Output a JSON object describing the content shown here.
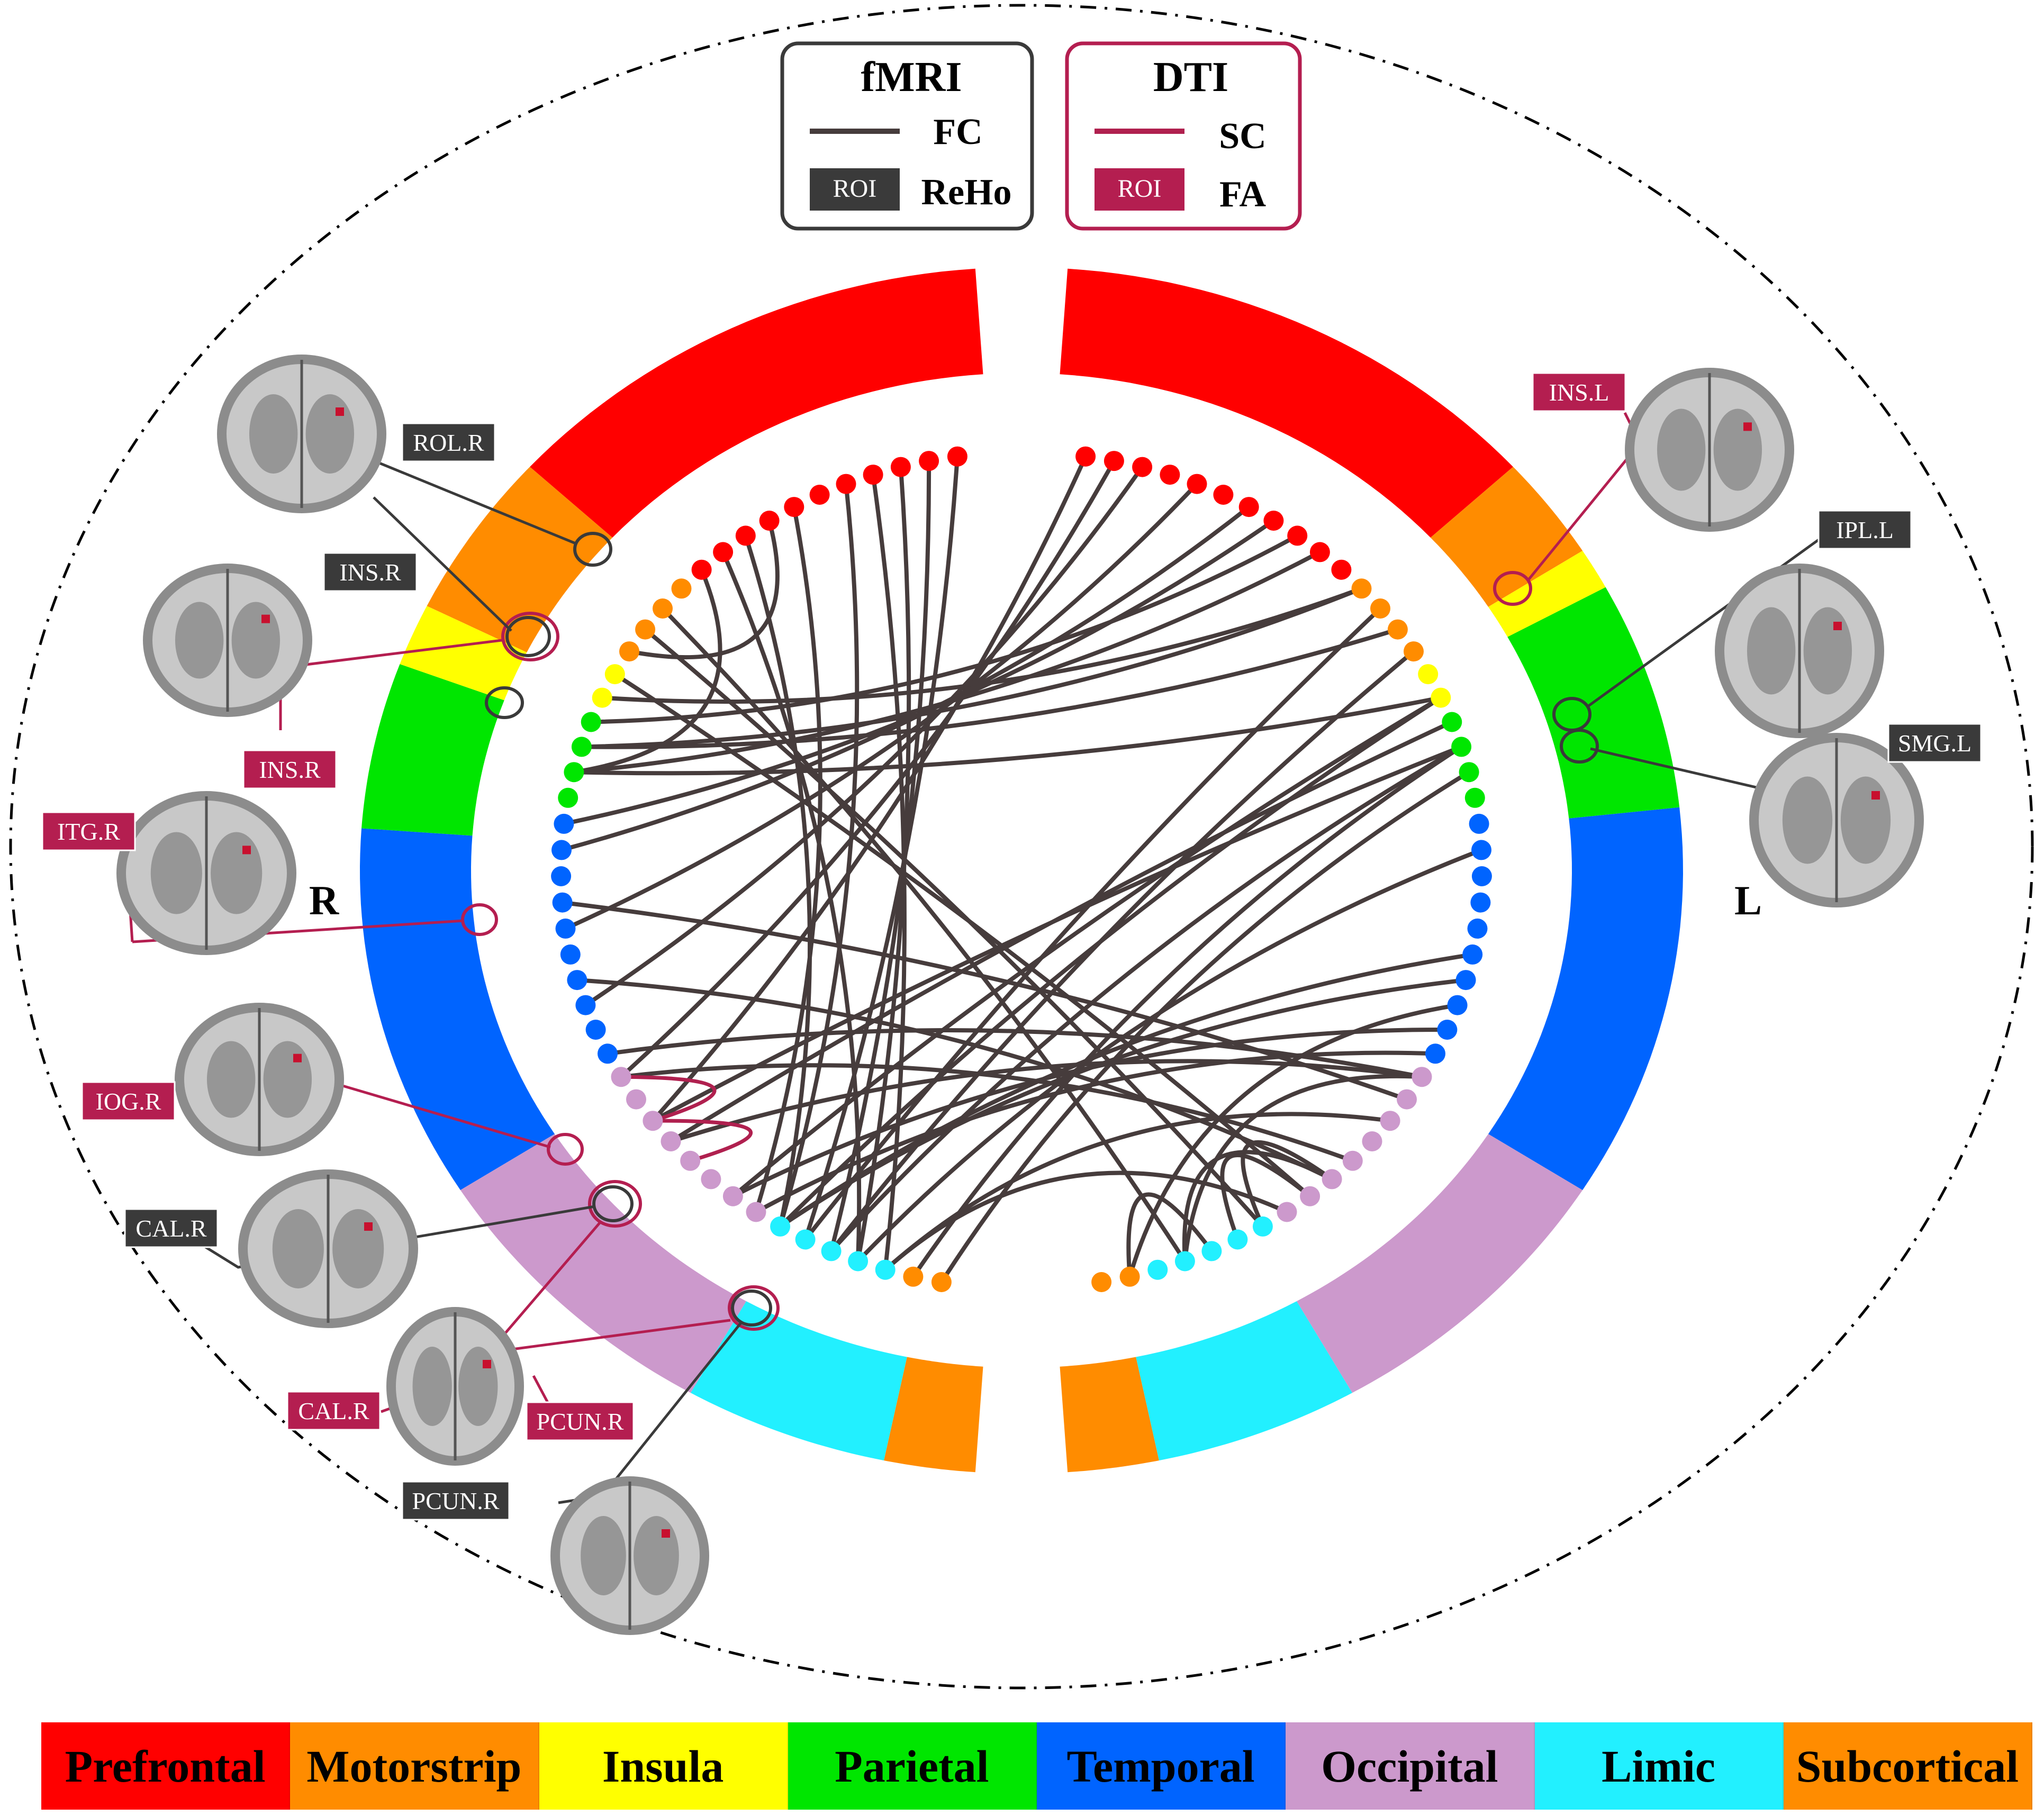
{
  "colors": {
    "prefrontal": "#ff0000",
    "motorstrip": "#ff8c00",
    "insula": "#ffff00",
    "parietal": "#00e600",
    "temporal": "#0064ff",
    "occipital": "#cc99cc",
    "limbic": "#22f0ff",
    "subcortical": "#ff8c00",
    "fc_line": "#463c3c",
    "sc_line": "#b0204f",
    "roi_dark": "#3a3a3a",
    "roi_crimson": "#b41e50"
  },
  "legend": {
    "fmri": {
      "title": "fMRI",
      "line_label": "FC",
      "roi_badge": "ROI",
      "roi_label": "ReHo"
    },
    "dti": {
      "title": "DTI",
      "line_label": "SC",
      "roi_badge": "ROI",
      "roi_label": "FA"
    }
  },
  "hemisphere": {
    "right": "R",
    "left": "L"
  },
  "roi_labels": [
    {
      "id": "rol-r",
      "text": "ROL.R",
      "type": "fMRI"
    },
    {
      "id": "ins-r-fmri",
      "text": "INS.R",
      "type": "fMRI"
    },
    {
      "id": "ins-r-dti",
      "text": "INS.R",
      "type": "DTI"
    },
    {
      "id": "itg-r",
      "text": "ITG.R",
      "type": "DTI"
    },
    {
      "id": "iog-r",
      "text": "IOG.R",
      "type": "DTI"
    },
    {
      "id": "cal-r-fmri",
      "text": "CAL.R",
      "type": "fMRI"
    },
    {
      "id": "cal-r-dti",
      "text": "CAL.R",
      "type": "DTI"
    },
    {
      "id": "pcun-r-dti",
      "text": "PCUN.R",
      "type": "DTI"
    },
    {
      "id": "pcun-r-fmri",
      "text": "PCUN.R",
      "type": "fMRI"
    },
    {
      "id": "ins-l",
      "text": "INS.L",
      "type": "DTI"
    },
    {
      "id": "ipl-l",
      "text": "IPL.L",
      "type": "fMRI"
    },
    {
      "id": "smg-l",
      "text": "SMG.L",
      "type": "fMRI"
    }
  ],
  "regions": [
    {
      "key": "prefrontal",
      "label": "Prefrontal"
    },
    {
      "key": "motorstrip",
      "label": "Motorstrip"
    },
    {
      "key": "insula",
      "label": "Insula"
    },
    {
      "key": "parietal",
      "label": "Parietal"
    },
    {
      "key": "temporal",
      "label": "Temporal"
    },
    {
      "key": "occipital",
      "label": "Occipital"
    },
    {
      "key": "limbic",
      "label": "Limic"
    },
    {
      "key": "subcortical",
      "label": "Subcortical"
    }
  ]
}
